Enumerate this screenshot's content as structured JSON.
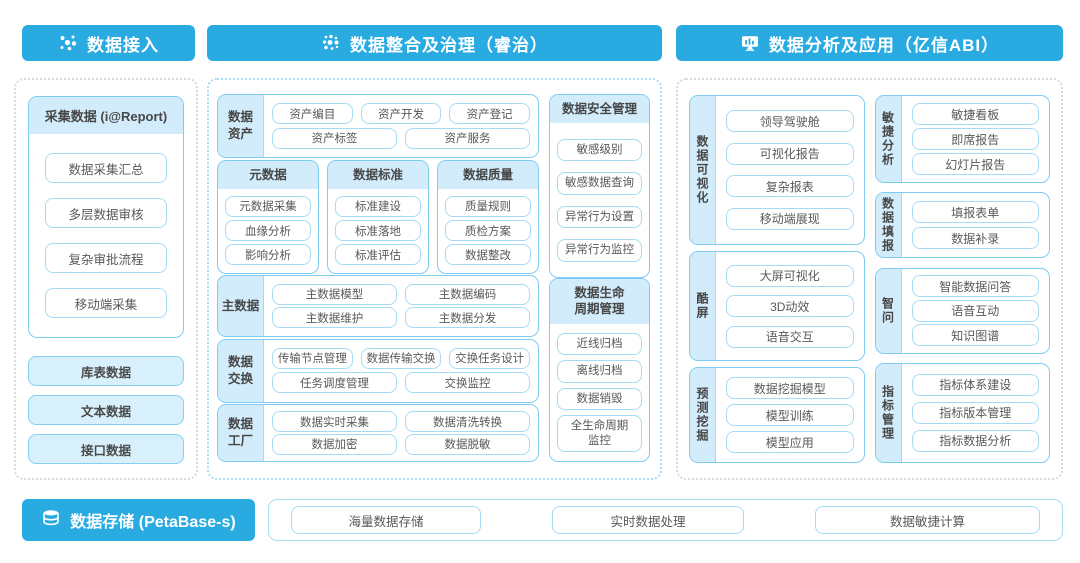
{
  "colors": {
    "accent": "#29abe2",
    "panel_border_gray": "#d6dade",
    "panel_border_blue": "#a6dcf5",
    "box_border": "#7ecdf1",
    "pill_border": "#a6dbf5",
    "label_bg": "#d2ecfb",
    "source_bg": "#d7f0fc",
    "text": "#4d4d4d"
  },
  "headers": {
    "ingest": "数据接入",
    "governance": "数据整合及治理（睿治）",
    "analysis": "数据分析及应用（亿信ABI）"
  },
  "ingest_panel": {
    "report_card": {
      "title": "采集数据 (i@Report)",
      "items": [
        "数据采集汇总",
        "多层数据审核",
        "复杂审批流程",
        "移动端采集"
      ]
    },
    "sources": [
      "库表数据",
      "文本数据",
      "接口数据"
    ]
  },
  "governance_panel": {
    "asset": {
      "label": "数据资产",
      "row1": [
        "资产编目",
        "资产开发",
        "资产登记"
      ],
      "row2": [
        "资产标签",
        "资产服务"
      ]
    },
    "groups": [
      {
        "title": "元数据",
        "items": [
          "元数据采集",
          "血缘分析",
          "影响分析"
        ]
      },
      {
        "title": "数据标准",
        "items": [
          "标准建设",
          "标准落地",
          "标准评估"
        ]
      },
      {
        "title": "数据质量",
        "items": [
          "质量规则",
          "质检方案",
          "数据整改"
        ]
      }
    ],
    "master": {
      "label": "主数据",
      "row1": [
        "主数据模型",
        "主数据编码"
      ],
      "row2": [
        "主数据维护",
        "主数据分发"
      ]
    },
    "exchange": {
      "label": "数据交换",
      "row1": [
        "传输节点管理",
        "数据传输交换",
        "交换任务设计"
      ],
      "row2": [
        "任务调度管理",
        "交换监控"
      ]
    },
    "factory": {
      "label": "数据工厂",
      "row1": [
        "数据实时采集",
        "数据清洗转换"
      ],
      "row2": [
        "数据加密",
        "数据脱敏"
      ]
    },
    "security": {
      "title": "数据安全管理",
      "items": [
        "敏感级别",
        "敏感数据查询",
        "异常行为设置",
        "异常行为监控"
      ]
    },
    "lifecycle": {
      "title": "数据生命周期管理",
      "items": [
        "近线归档",
        "离线归档",
        "数据销毁",
        "全生命周期监控"
      ]
    }
  },
  "analysis_panel": {
    "col1": [
      {
        "label": "数据可视化",
        "items": [
          "领导驾驶舱",
          "可视化报告",
          "复杂报表",
          "移动端展现"
        ]
      },
      {
        "label": "酷屏",
        "items": [
          "大屏可视化",
          "3D动效",
          "语音交互"
        ]
      },
      {
        "label": "预测挖掘",
        "items": [
          "数据挖掘模型",
          "模型训练",
          "模型应用"
        ]
      }
    ],
    "col2": [
      {
        "label": "敏捷分析",
        "items": [
          "敏捷看板",
          "即席报告",
          "幻灯片报告"
        ]
      },
      {
        "label": "数据填报",
        "items": [
          "填报表单",
          "数据补录"
        ]
      },
      {
        "label": "智问",
        "items": [
          "智能数据问答",
          "语音互动",
          "知识图谱"
        ]
      },
      {
        "label": "指标管理",
        "items": [
          "指标体系建设",
          "指标版本管理",
          "指标数据分析"
        ]
      }
    ]
  },
  "storage": {
    "label": "数据存储 (PetaBase-s)",
    "items": [
      "海量数据存储",
      "实时数据处理",
      "数据敏捷计算"
    ]
  }
}
